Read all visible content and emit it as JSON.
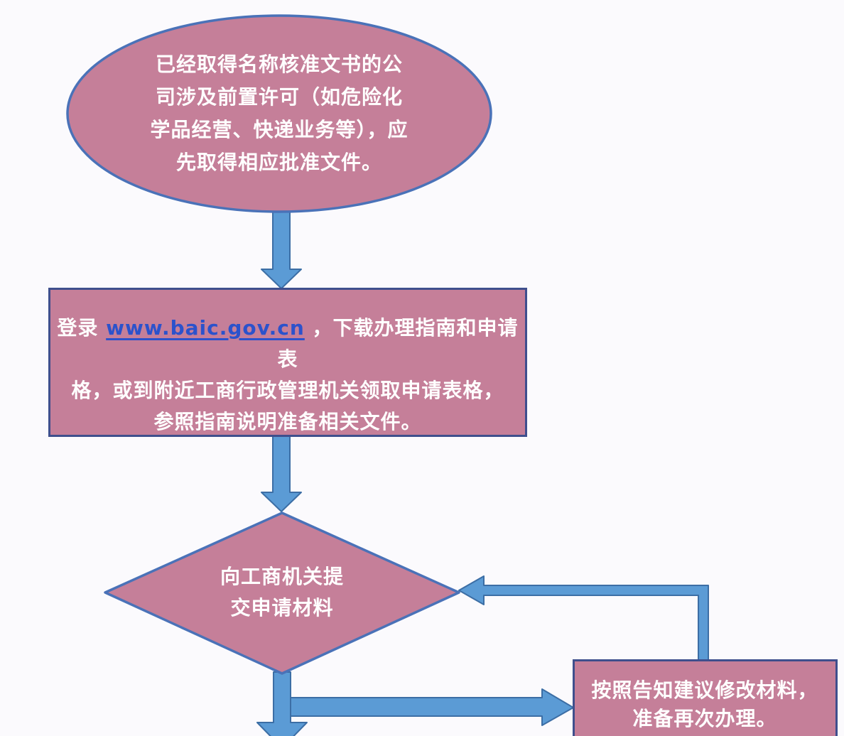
{
  "colors": {
    "background": "#fbfafd",
    "shape_fill": "#c57f99",
    "ellipse_border": "#4a72b8",
    "rect_border": "#3f4f8d",
    "arrow_fill": "#5b9bd5",
    "arrow_border": "#3c6ea5",
    "text": "#ffffff",
    "link": "#2b52cc"
  },
  "diagram": {
    "start": {
      "line1": "已经取得名称核准文书的公",
      "line2": "司涉及前置许可（如危险化",
      "line3": "学品经营、快递业务等），应",
      "line4": "先取得相应批准文件。"
    },
    "download": {
      "prefix": "登录 ",
      "link": "www.baic.gov.cn",
      "line1_rest": " ，下载办理指南和申请表",
      "line2": "格，或到附近工商行政管理机关领取申请表格，",
      "line3": "参照指南说明准备相关文件。"
    },
    "decision": {
      "line1": "向工商机关提",
      "line2": "交申请材料"
    },
    "revise": {
      "line1": "按照告知建议修改材料，",
      "line2": "准备再次办理。"
    }
  }
}
